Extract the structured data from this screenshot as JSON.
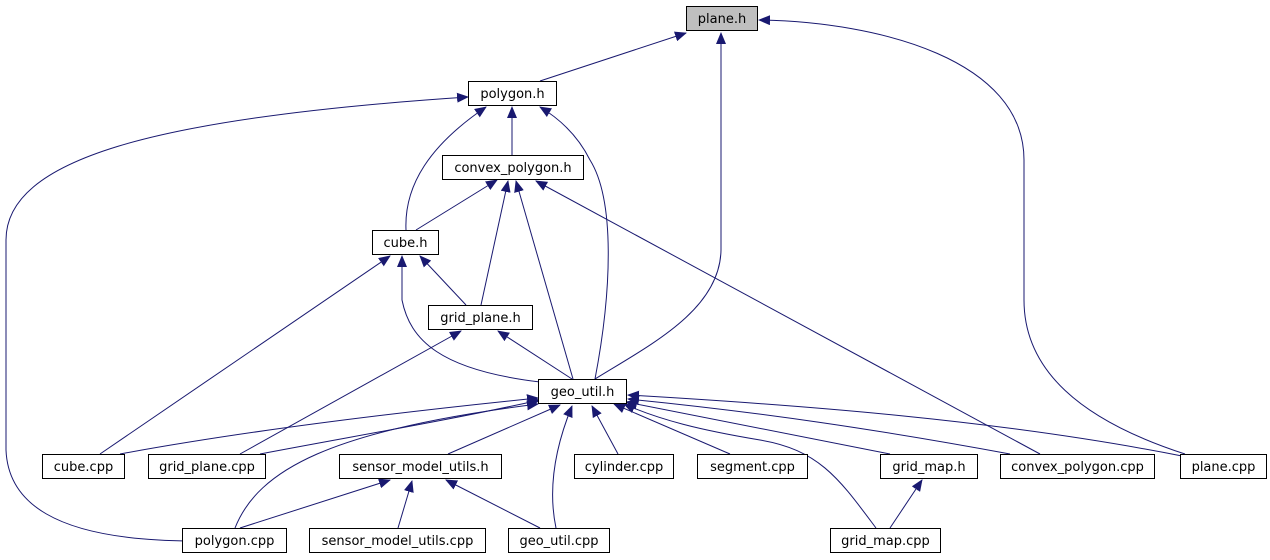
{
  "graph": {
    "colors": {
      "edge": "#191970",
      "node_fill": "#ffffff",
      "node_fill_root": "#bfbfbf",
      "node_border": "#000000"
    },
    "nodes": [
      {
        "id": "plane_h",
        "label": "plane.h",
        "root": true
      },
      {
        "id": "polygon_h",
        "label": "polygon.h"
      },
      {
        "id": "convex_polygon_h",
        "label": "convex_polygon.h"
      },
      {
        "id": "cube_h",
        "label": "cube.h"
      },
      {
        "id": "grid_plane_h",
        "label": "grid_plane.h"
      },
      {
        "id": "geo_util_h",
        "label": "geo_util.h"
      },
      {
        "id": "cube_cpp",
        "label": "cube.cpp"
      },
      {
        "id": "grid_plane_cpp",
        "label": "grid_plane.cpp"
      },
      {
        "id": "sensor_model_utils_h",
        "label": "sensor_model_utils.h"
      },
      {
        "id": "cylinder_cpp",
        "label": "cylinder.cpp"
      },
      {
        "id": "segment_cpp",
        "label": "segment.cpp"
      },
      {
        "id": "grid_map_h",
        "label": "grid_map.h"
      },
      {
        "id": "convex_polygon_cpp",
        "label": "convex_polygon.cpp"
      },
      {
        "id": "plane_cpp",
        "label": "plane.cpp"
      },
      {
        "id": "polygon_cpp",
        "label": "polygon.cpp"
      },
      {
        "id": "sensor_model_utils_cpp",
        "label": "sensor_model_utils.cpp"
      },
      {
        "id": "geo_util_cpp",
        "label": "geo_util.cpp"
      },
      {
        "id": "grid_map_cpp",
        "label": "grid_map.cpp"
      }
    ],
    "edges": [
      {
        "from": "polygon_h",
        "to": "plane_h"
      },
      {
        "from": "geo_util_h",
        "to": "plane_h"
      },
      {
        "from": "plane_cpp",
        "to": "plane_h"
      },
      {
        "from": "convex_polygon_h",
        "to": "polygon_h"
      },
      {
        "from": "cube_h",
        "to": "polygon_h"
      },
      {
        "from": "geo_util_h",
        "to": "polygon_h"
      },
      {
        "from": "polygon_cpp",
        "to": "polygon_h"
      },
      {
        "from": "cube_h",
        "to": "convex_polygon_h"
      },
      {
        "from": "grid_plane_h",
        "to": "convex_polygon_h"
      },
      {
        "from": "geo_util_h",
        "to": "convex_polygon_h"
      },
      {
        "from": "convex_polygon_cpp",
        "to": "convex_polygon_h"
      },
      {
        "from": "grid_plane_h",
        "to": "cube_h"
      },
      {
        "from": "geo_util_h",
        "to": "cube_h"
      },
      {
        "from": "cube_cpp",
        "to": "cube_h"
      },
      {
        "from": "geo_util_h",
        "to": "grid_plane_h"
      },
      {
        "from": "grid_plane_cpp",
        "to": "grid_plane_h"
      },
      {
        "from": "cube_cpp",
        "to": "geo_util_h"
      },
      {
        "from": "grid_plane_cpp",
        "to": "geo_util_h"
      },
      {
        "from": "sensor_model_utils_h",
        "to": "geo_util_h"
      },
      {
        "from": "cylinder_cpp",
        "to": "geo_util_h"
      },
      {
        "from": "segment_cpp",
        "to": "geo_util_h"
      },
      {
        "from": "grid_map_h",
        "to": "geo_util_h"
      },
      {
        "from": "convex_polygon_cpp",
        "to": "geo_util_h"
      },
      {
        "from": "plane_cpp",
        "to": "geo_util_h"
      },
      {
        "from": "polygon_cpp",
        "to": "geo_util_h"
      },
      {
        "from": "geo_util_cpp",
        "to": "geo_util_h"
      },
      {
        "from": "grid_map_cpp",
        "to": "geo_util_h"
      },
      {
        "from": "polygon_cpp",
        "to": "sensor_model_utils_h"
      },
      {
        "from": "sensor_model_utils_cpp",
        "to": "sensor_model_utils_h"
      },
      {
        "from": "geo_util_cpp",
        "to": "sensor_model_utils_h"
      },
      {
        "from": "grid_map_cpp",
        "to": "grid_map_h"
      }
    ]
  }
}
